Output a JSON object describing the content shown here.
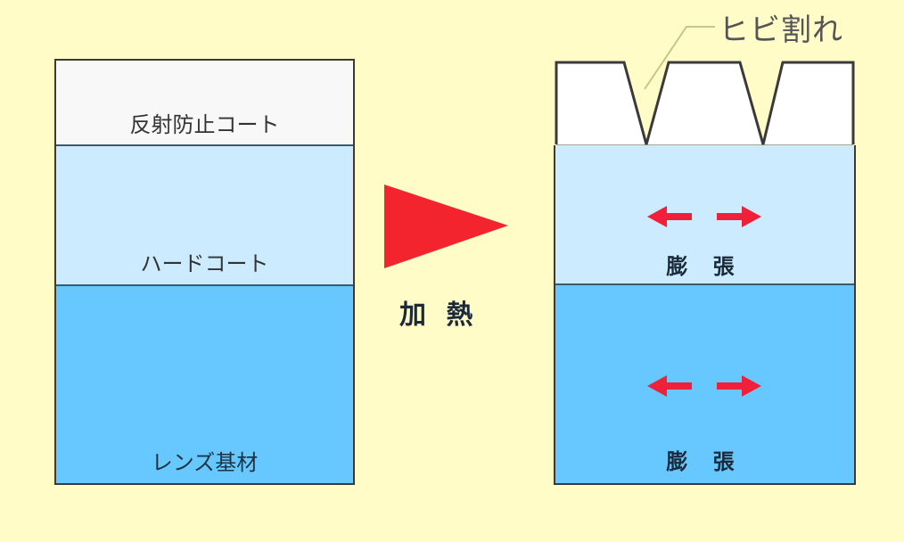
{
  "colors": {
    "background": "#FFFCC8",
    "antireflection_layer": "#F8F8F8",
    "hard_coat_layer": "#CCEBFF",
    "lens_base_layer": "#66C8FF",
    "border": "#3a3a3a",
    "heat_arrow": "#F4242F",
    "expansion_arrow": "#F0203A",
    "text": "#333333"
  },
  "before": {
    "layers": [
      {
        "id": "antireflection",
        "label": "反射防止コート"
      },
      {
        "id": "hard_coat",
        "label": "ハードコート"
      },
      {
        "id": "lens_base",
        "label": "レンズ基材"
      }
    ]
  },
  "process": {
    "arrow_icon": "right-triangle-arrow",
    "label": "加 熱"
  },
  "after": {
    "crack_label": "ヒビ割れ",
    "layers": [
      {
        "id": "cracked_antireflection",
        "label": ""
      },
      {
        "id": "hard_coat",
        "label": "膨 張",
        "arrows": "left-right-expansion"
      },
      {
        "id": "lens_base",
        "label": "膨 張",
        "arrows": "left-right-expansion"
      }
    ]
  }
}
